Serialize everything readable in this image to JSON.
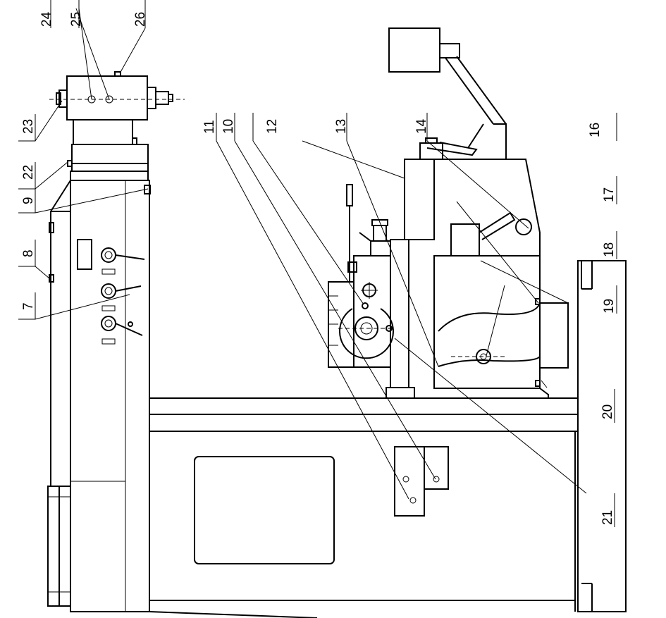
{
  "callouts": [
    {
      "id": "c7",
      "text": "7"
    },
    {
      "id": "c8",
      "text": "8"
    },
    {
      "id": "c9",
      "text": "9"
    },
    {
      "id": "c10",
      "text": "10"
    },
    {
      "id": "c11",
      "text": "11"
    },
    {
      "id": "c12",
      "text": "12"
    },
    {
      "id": "c13",
      "text": "13"
    },
    {
      "id": "c14",
      "text": "14"
    },
    {
      "id": "c16",
      "text": "16"
    },
    {
      "id": "c17",
      "text": "17"
    },
    {
      "id": "c18",
      "text": "18"
    },
    {
      "id": "c19",
      "text": "19"
    },
    {
      "id": "c20",
      "text": "20"
    },
    {
      "id": "c21",
      "text": "21"
    },
    {
      "id": "c22",
      "text": "22"
    },
    {
      "id": "c23",
      "text": "23"
    },
    {
      "id": "c24",
      "text": "24"
    },
    {
      "id": "c25",
      "text": "25"
    },
    {
      "id": "c26",
      "text": "26"
    }
  ]
}
